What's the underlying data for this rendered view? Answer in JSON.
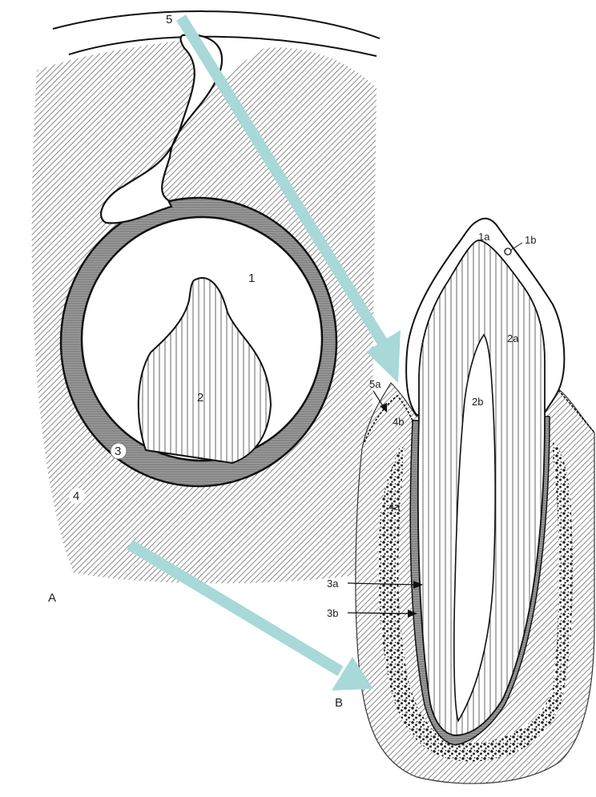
{
  "panels": {
    "a": {
      "letter": "A"
    },
    "b": {
      "letter": "B"
    }
  },
  "labels_a": {
    "l1": "1",
    "l2": "2",
    "l3": "3",
    "l4": "4",
    "l5": "5"
  },
  "labels_b": {
    "l1a": "1a",
    "l1b": "1b",
    "l2a": "2a",
    "l2b": "2b",
    "l3a": "3a",
    "l3b": "3b",
    "l4a": "4a",
    "l4b": "4b",
    "l5a": "5a"
  },
  "colors": {
    "arrow": "#a8d8d8",
    "line": "#111111",
    "hatch": "#6e6e6e",
    "band": "#9a9a9a"
  }
}
